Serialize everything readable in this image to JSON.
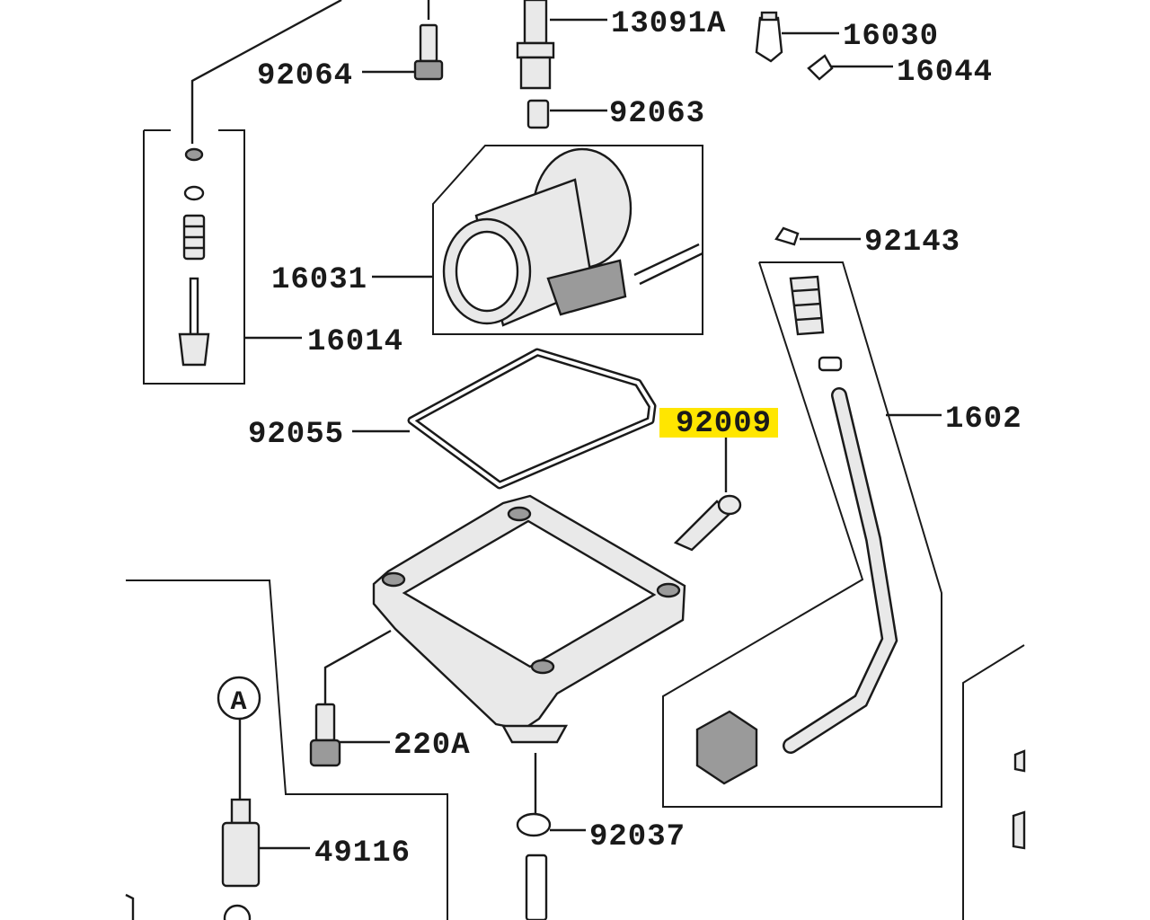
{
  "parts": {
    "p13091A": "13091A",
    "p16030": "16030",
    "p16044": "16044",
    "p92064": "92064",
    "p92063": "92063",
    "p92143": "92143",
    "p16031": "16031",
    "p16014": "16014",
    "p1602": "1602",
    "p92055": "92055",
    "p92009": "92009",
    "p220A": "220A",
    "p92037": "92037",
    "p49116": "49116",
    "callout_A": "A"
  },
  "highlight_color": "#ffe600",
  "highlighted_part": "92009"
}
